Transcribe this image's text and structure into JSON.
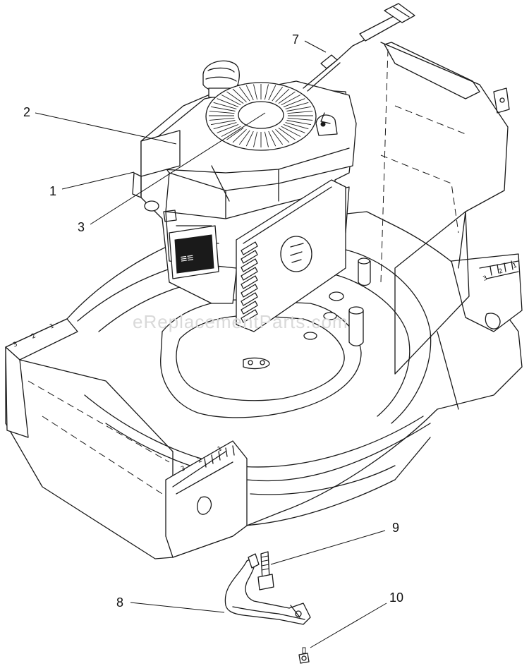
{
  "watermark": "eReplacementParts.com",
  "callouts": [
    {
      "label": "1"
    },
    {
      "label": "2"
    },
    {
      "label": "3"
    },
    {
      "label": "7"
    },
    {
      "label": "8"
    },
    {
      "label": "9"
    },
    {
      "label": "10"
    }
  ],
  "height_scale_marks": [
    "1",
    "2",
    "3"
  ]
}
